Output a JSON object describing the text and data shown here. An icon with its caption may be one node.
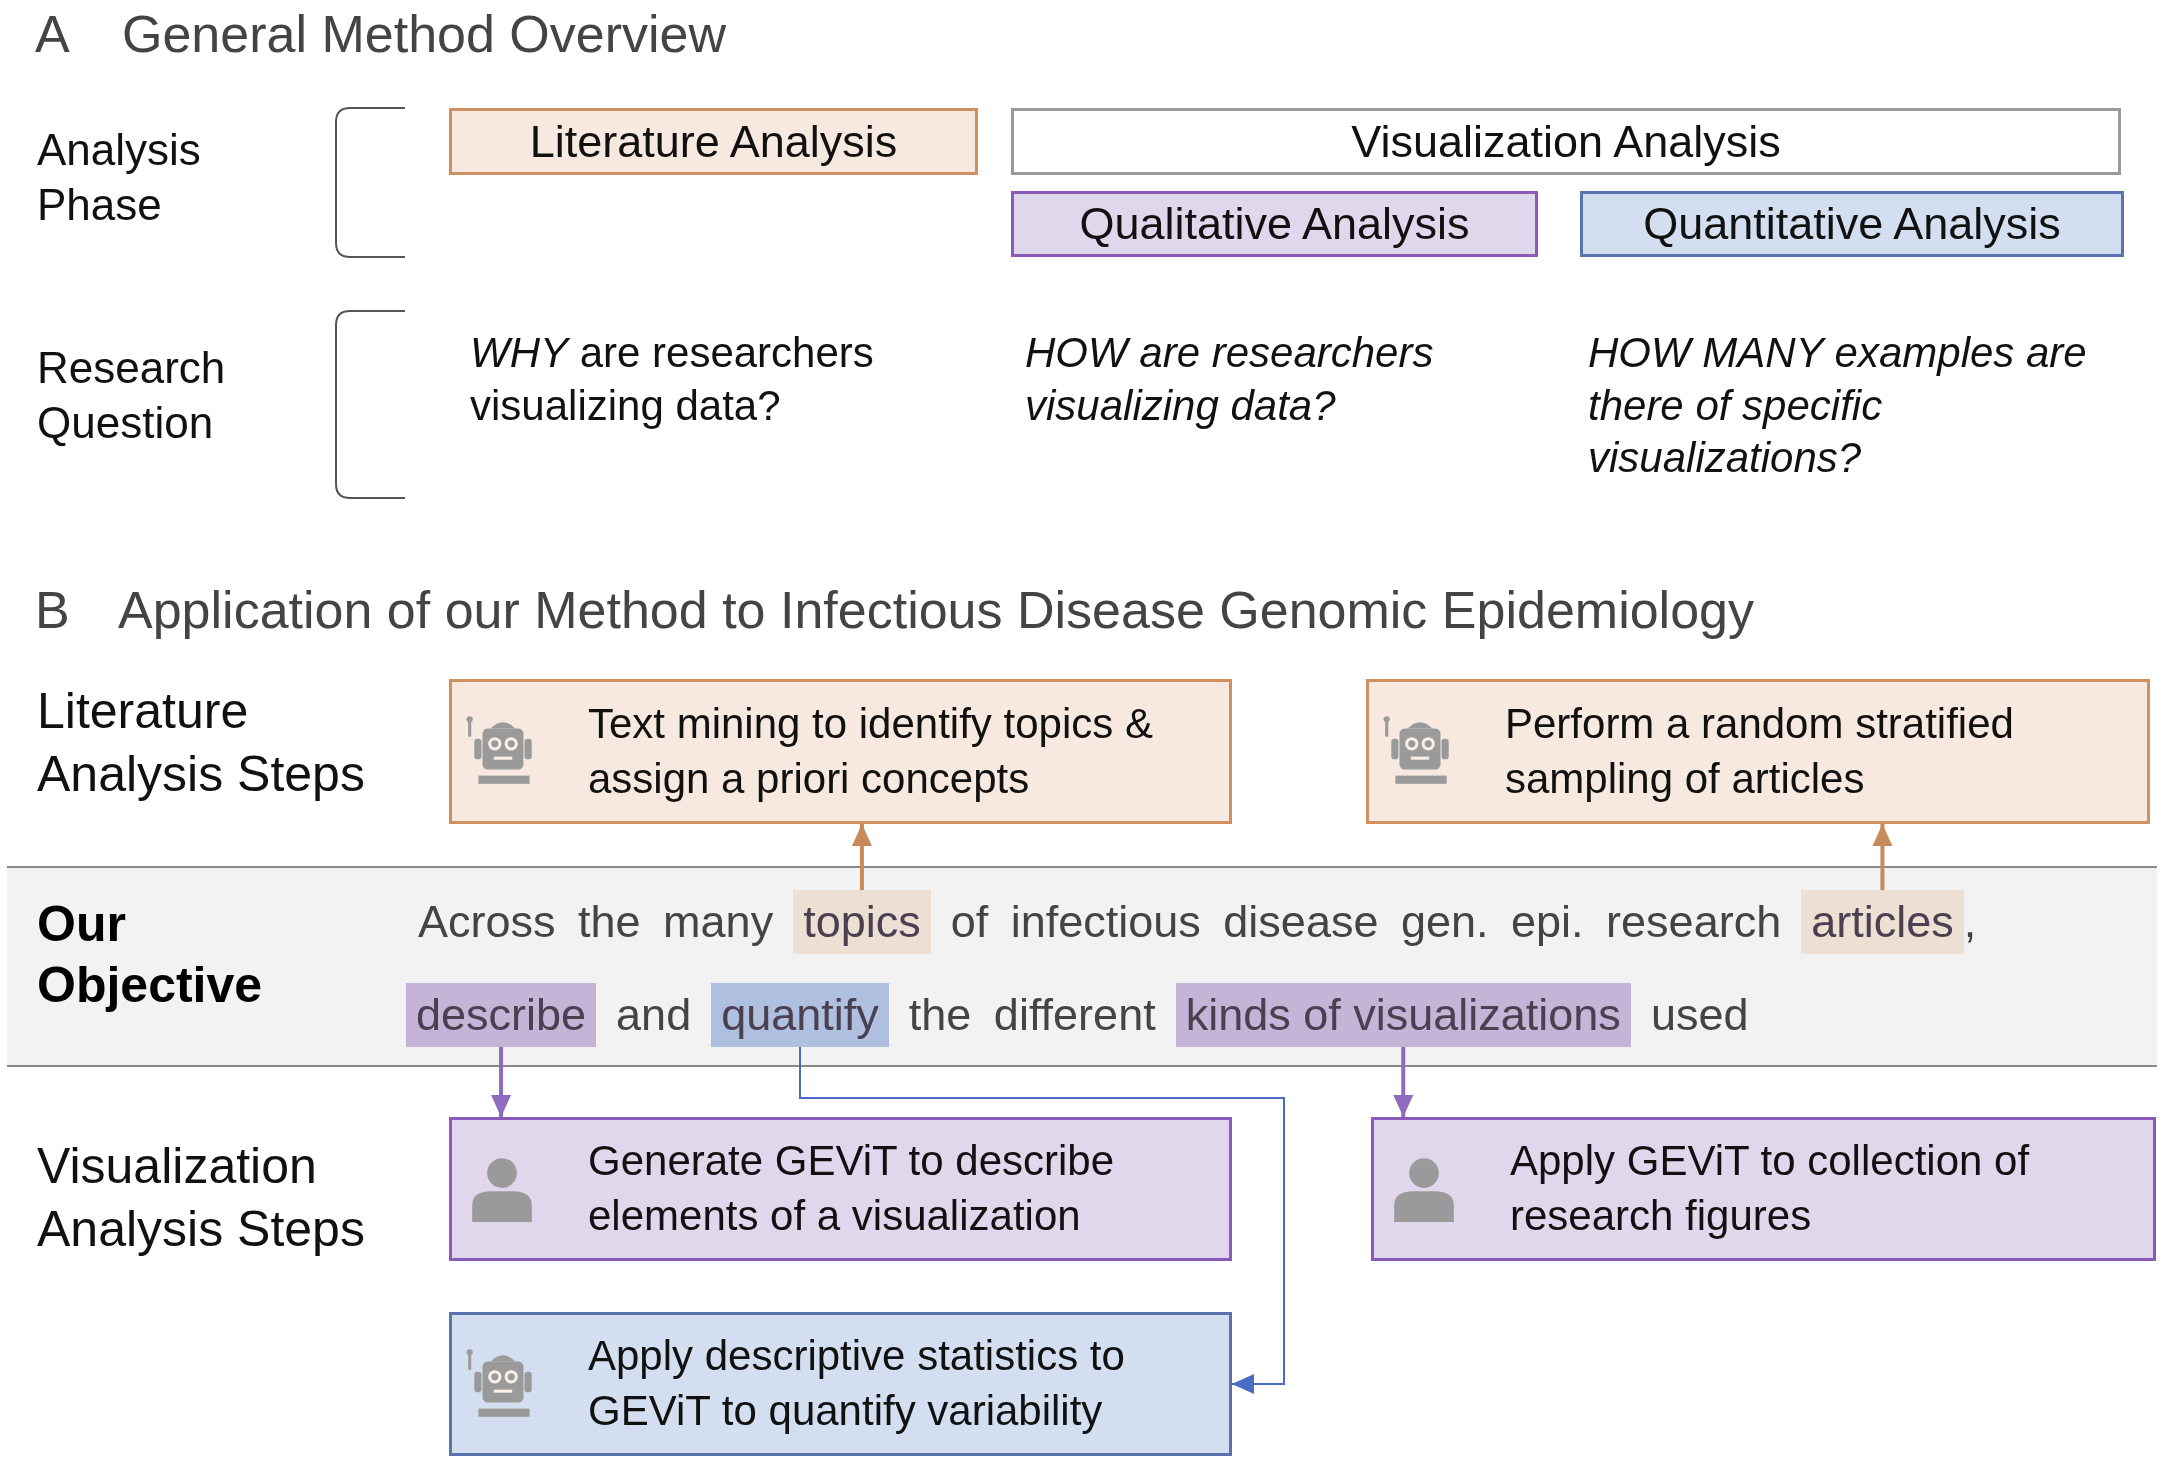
{
  "diagram": {
    "nodes": [
      {
        "text": [
          "Literature Analysis"
        ]
      },
      {
        "text": [
          "Visualization Analysis"
        ]
      },
      {
        "text": [
          "Qualitative Analysis"
        ]
      },
      {
        "text": [
          "Quantitative Analysis"
        ]
      },
      {
        "text": [
          "Text mining to identify topics & assign a priori concepts"
        ]
      },
      {
        "text": [
          "Perform a random stratified sampling of articles"
        ]
      },
      {
        "text": [
          "Our Objective"
        ]
      },
      {
        "text": [
          "topics"
        ],
        "in": 6
      },
      {
        "text": [
          "articles"
        ],
        "in": 6
      },
      {
        "text": [
          "describe"
        ],
        "in": 6
      },
      {
        "text": [
          "quantify"
        ],
        "in": 6
      },
      {
        "text": [
          "kinds of visualizations"
        ],
        "in": 6
      },
      {
        "text": [
          "Generate GEViT to describe elements of a visualization"
        ]
      },
      {
        "text": [
          "Apply GEViT to collection of research figures"
        ]
      },
      {
        "text": [
          "Apply descriptive statistics to GEViT to quantify variability"
        ]
      }
    ],
    "edges": [
      {
        "from": 7,
        "to": 4,
        "arrow": "to",
        "color": "#c98a5a"
      },
      {
        "from": 8,
        "to": 5,
        "arrow": "to",
        "color": "#c98a5a"
      },
      {
        "from": 9,
        "to": 12,
        "arrow": "to",
        "color": "#8e6bbf"
      },
      {
        "from": 11,
        "to": 13,
        "arrow": "to",
        "color": "#8e6bbf"
      },
      {
        "from": 10,
        "to": 14,
        "arrow": "to",
        "color": "#4b6cc6"
      }
    ],
    "labels": [
      "A",
      "General Method Overview",
      "Analysis Phase",
      "Research Question",
      "*WHY* are researchers visualizing data?",
      "HOW are researchers visualizing data?",
      "HOW MANY examples are there of specific visualizations?",
      "B",
      "Application of our Method to Infectious Disease Genomic Epidemiology",
      "Literature Analysis Steps",
      "Across the many",
      "of infectious disease gen. epi. research",
      ",",
      "and",
      "the different",
      "used",
      "Visualization Analysis Steps"
    ]
  }
}
